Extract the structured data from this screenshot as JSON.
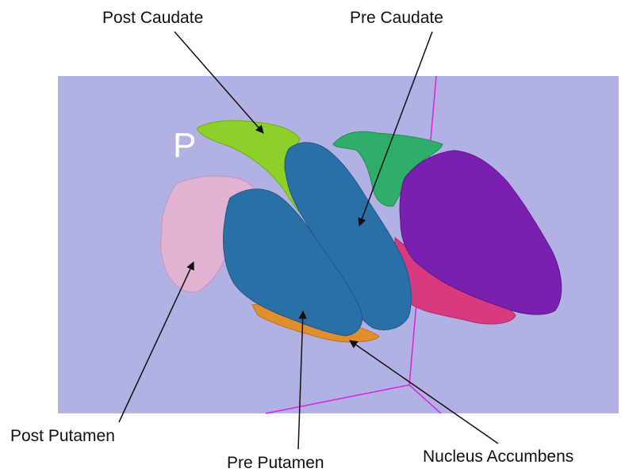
{
  "figure": {
    "viewport_orientation_letter": "P",
    "labels": {
      "post_caudate": "Post Caudate",
      "pre_caudate": "Pre Caudate",
      "post_putamen": "Post Putamen",
      "pre_putamen": "Pre Putamen",
      "nucleus_accumbens": "Nucleus Accumbens"
    },
    "colors": {
      "viewport_background": "#b1b1e3",
      "axis_lines": "#e020e0",
      "post_caudate": "#8ecf2a",
      "pre_caudate": "#2a70a8",
      "post_putamen": "#e2b2d2",
      "pre_putamen": "#2a70a8",
      "nucleus_accumbens": "#e08f2e",
      "right_caudate": "#2fad6a",
      "right_putamen": "#7a20b0",
      "right_pallidum": "#d83a80",
      "annotation_arrows": "#111111"
    }
  }
}
